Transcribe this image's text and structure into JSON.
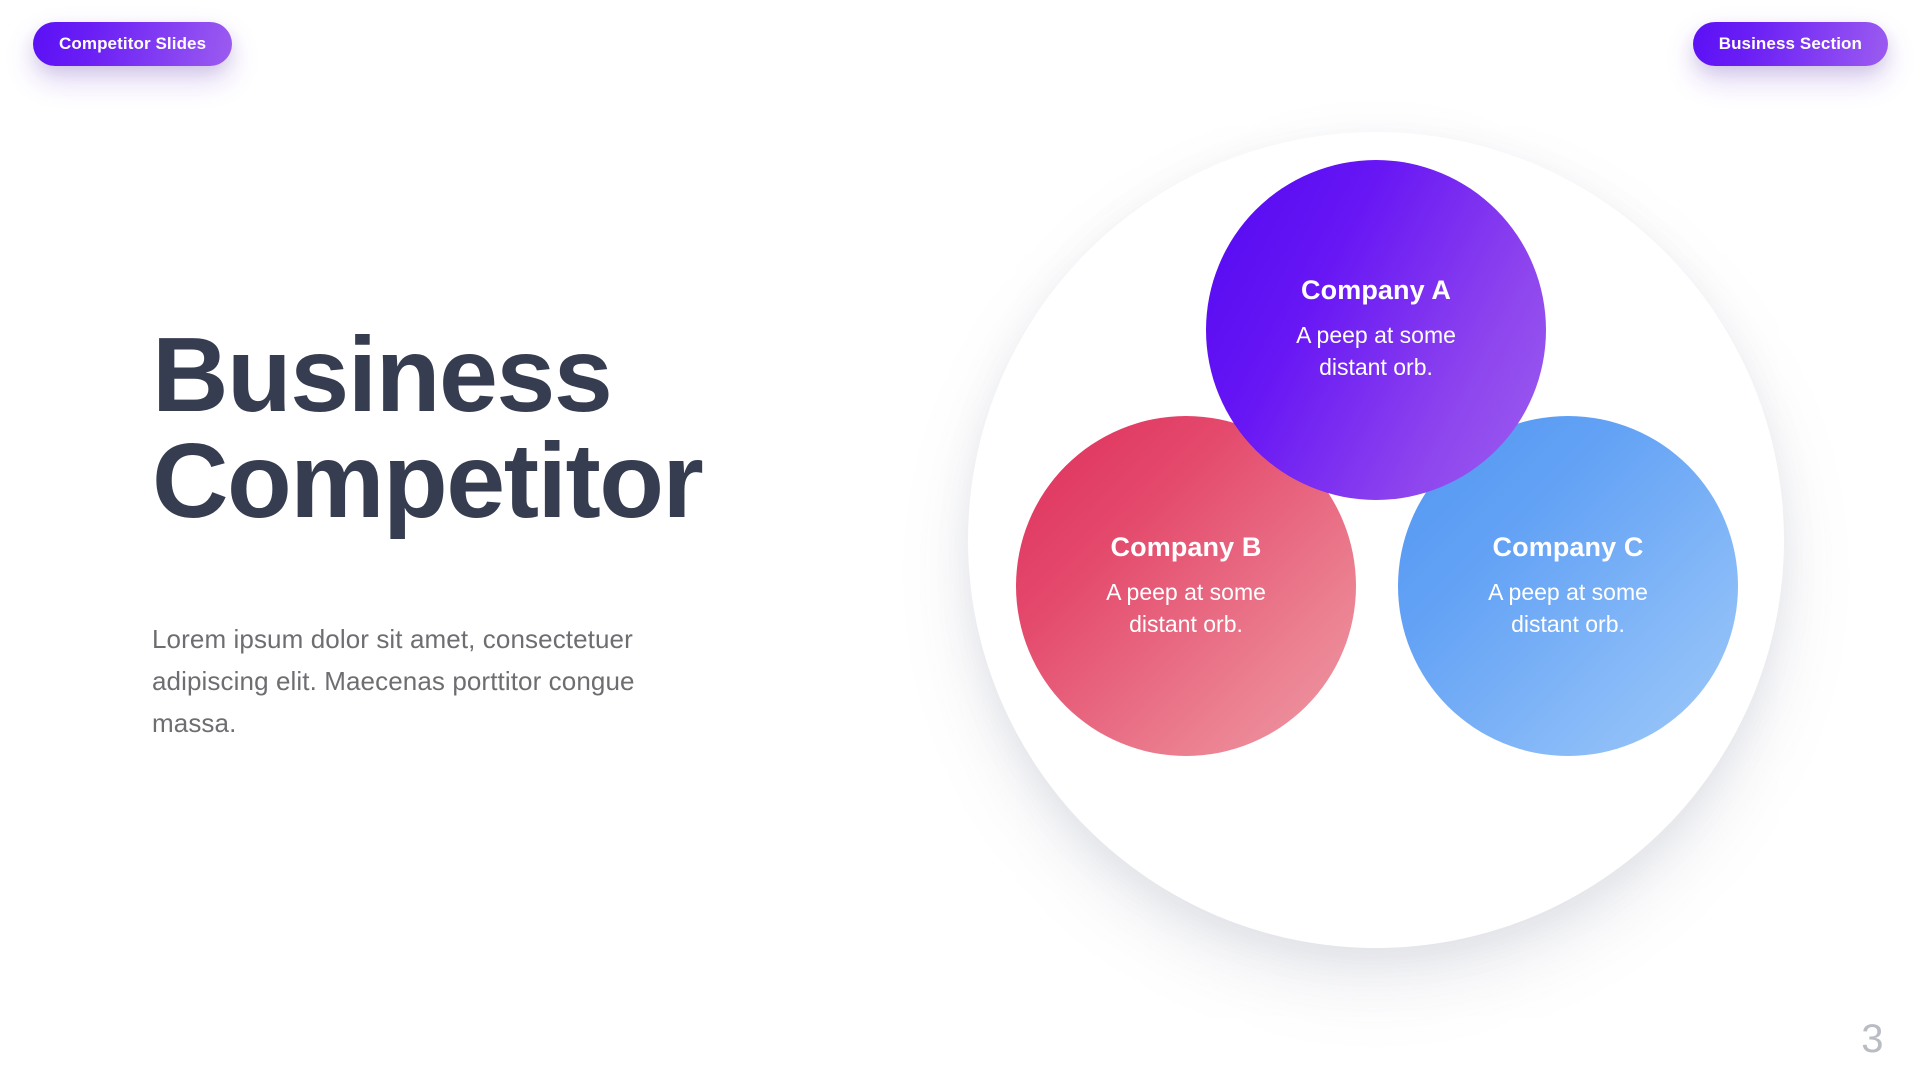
{
  "badges": {
    "left_label": "Competitor Slides",
    "right_label": "Business Section"
  },
  "headline": {
    "line1": "Business",
    "line2": "Competitor"
  },
  "body_text": "Lorem ipsum dolor sit amet, consectetuer adipiscing elit. Maecenas porttitor congue massa.",
  "diagram": {
    "orbs": [
      {
        "id": "company-a",
        "title": "Company A",
        "description": "A peep at some distant orb.",
        "color_from": "#5309f2",
        "color_to": "#9e5ff0"
      },
      {
        "id": "company-b",
        "title": "Company B",
        "description": "A peep at some distant orb.",
        "color_from": "#de2f5c",
        "color_to": "#ef9ba6"
      },
      {
        "id": "company-c",
        "title": "Company C",
        "description": "A peep at some distant orb.",
        "color_from": "#5296f3",
        "color_to": "#9ec8f9"
      }
    ]
  },
  "page_number": "3",
  "colors": {
    "background": "#ffffff",
    "heading": "#373d50",
    "body": "#6e6e72",
    "badge_from": "#5b10f5",
    "badge_to": "#9b5cf0",
    "page_number": "#b9bcc2"
  }
}
